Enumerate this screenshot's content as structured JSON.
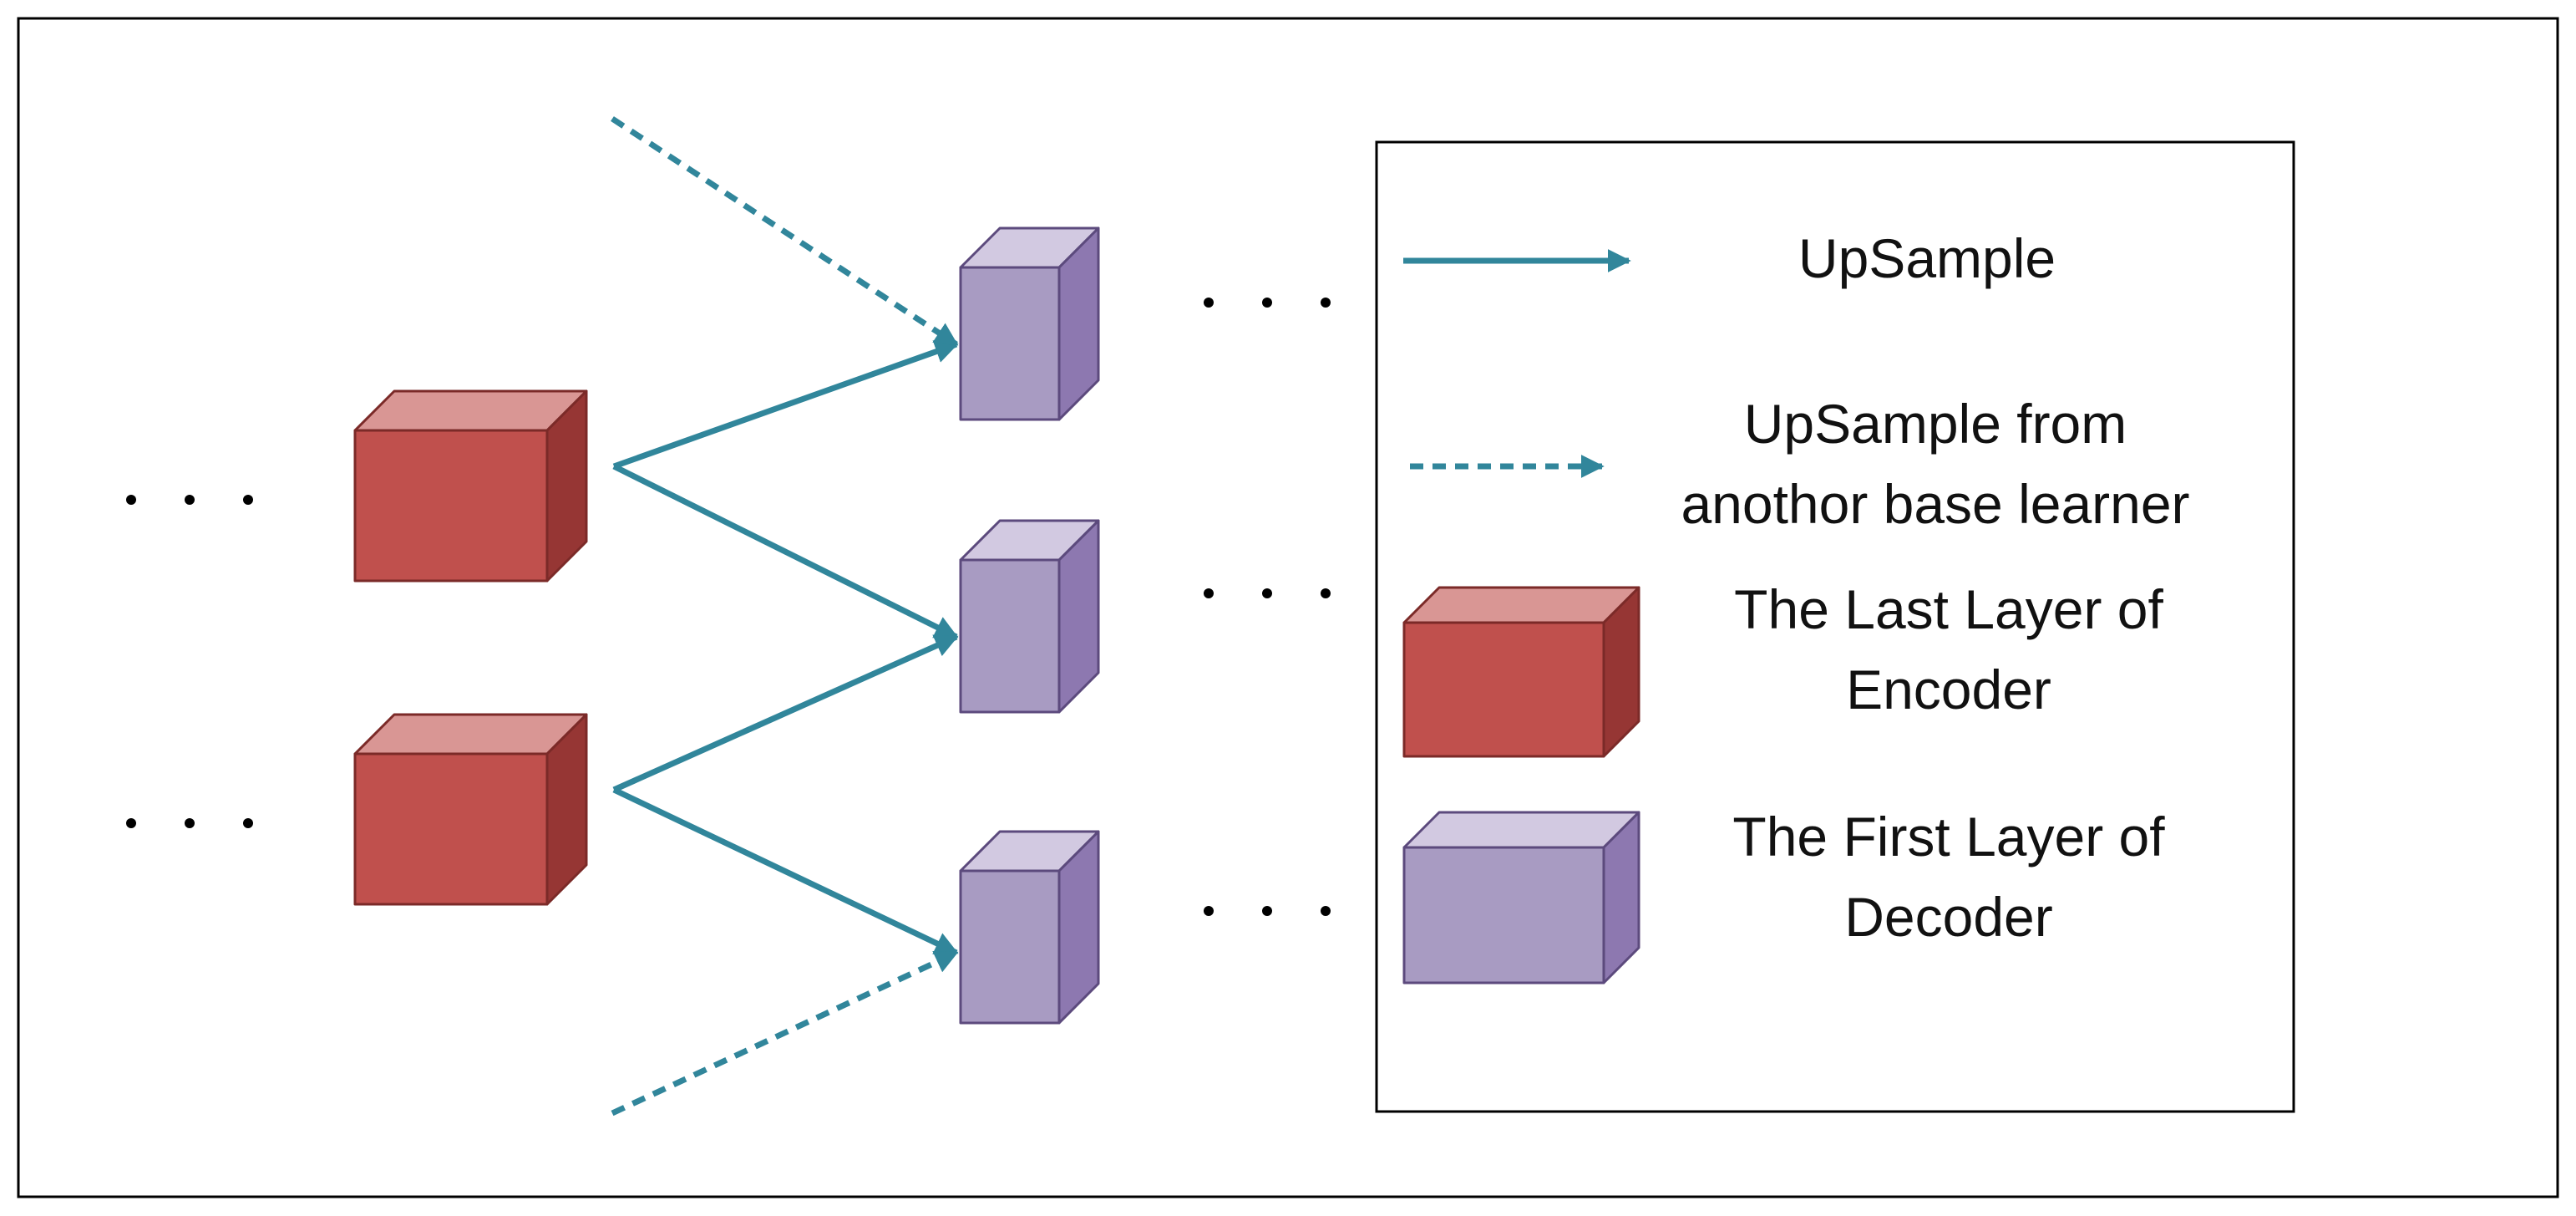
{
  "colors": {
    "arrow": "#31869b",
    "encoder_front": "#c0504d",
    "encoder_top": "#d99694",
    "encoder_side": "#963634",
    "encoder_stroke": "#7b2a28",
    "decoder_front": "#a89bc2",
    "decoder_top": "#d2c9e1",
    "decoder_side": "#8d78b0",
    "decoder_stroke": "#5c4a7d",
    "frame": "#000000",
    "ellipsis": "#000000"
  },
  "legend": {
    "upsample_label": "UpSample",
    "upsample_other_line1": "UpSample from",
    "upsample_other_line2": "anothor base learner",
    "encoder_line1": "The Last Layer of",
    "encoder_line2": "Encoder",
    "decoder_line1": "The First Layer of",
    "decoder_line2": "Decoder"
  }
}
